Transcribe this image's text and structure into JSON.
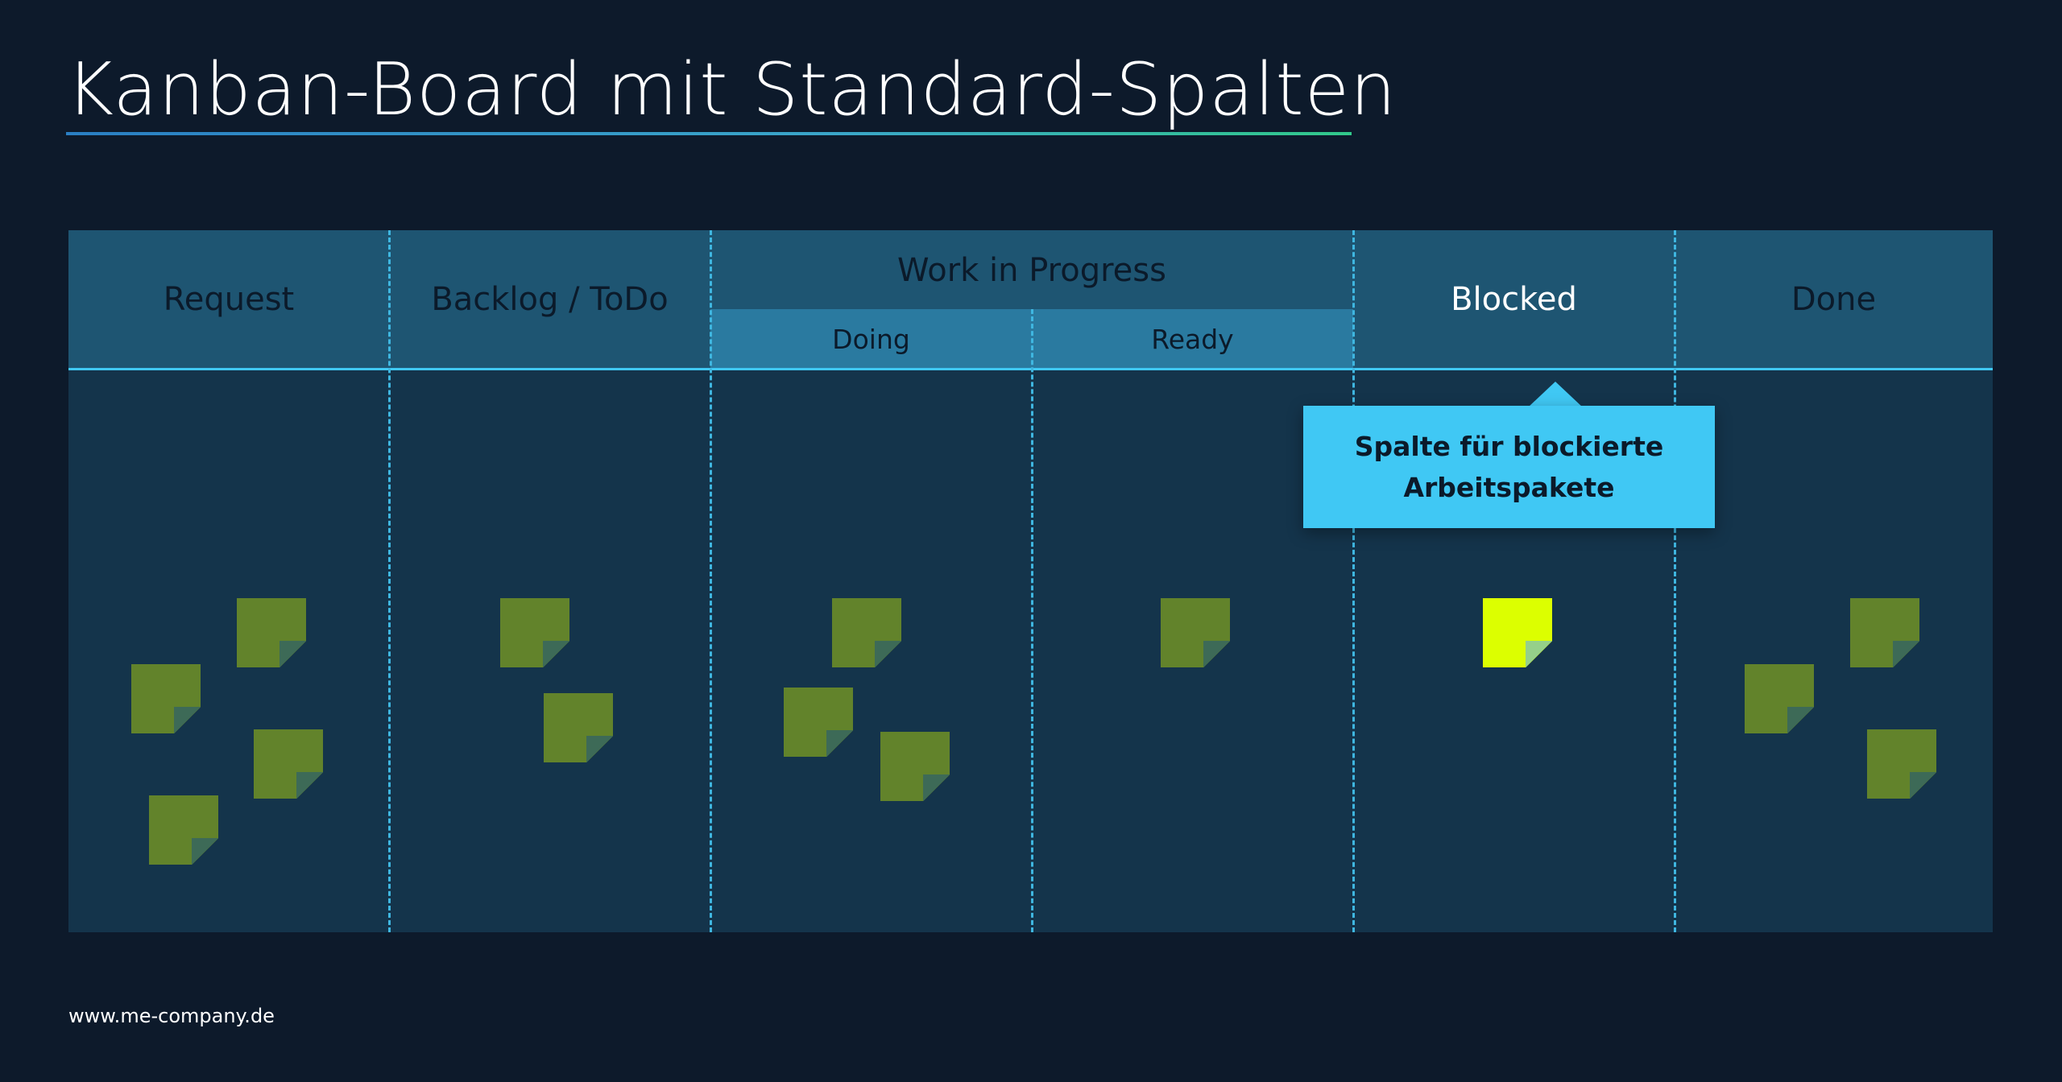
{
  "title": "Kanban-Board mit Standard-Spalten",
  "columns": {
    "request": "Request",
    "backlog": "Backlog / ToDo",
    "wip": "Work in Progress",
    "doing": "Doing",
    "ready": "Ready",
    "blocked": "Blocked",
    "done": "Done"
  },
  "callout": {
    "line1": "Spalte für blockierte",
    "line2": "Arbeitspakete"
  },
  "cards": {
    "request": 4,
    "backlog": 2,
    "doing": 3,
    "ready": 1,
    "blocked": 1,
    "done": 3
  },
  "colors": {
    "background": "#0d1a2b",
    "header": "#1e5572",
    "board": "#14344b",
    "accent": "#40c8f4",
    "card": "#62832b",
    "card_blocked": "#dcff00"
  },
  "footer": "www.me-company.de"
}
